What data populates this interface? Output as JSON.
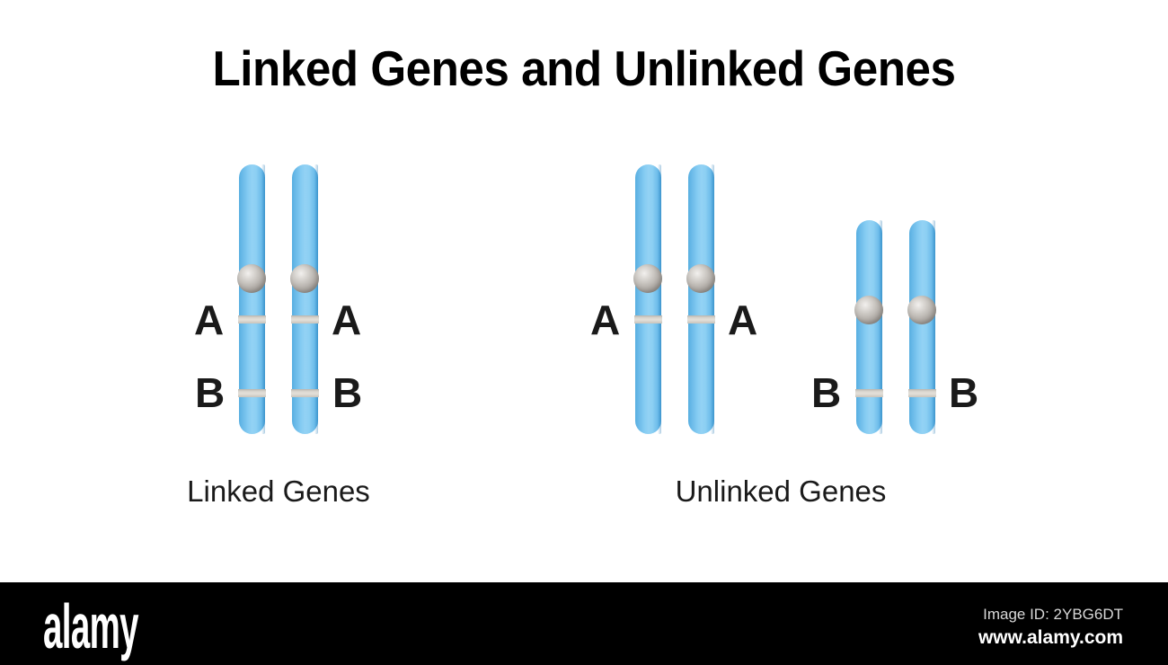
{
  "title": "Linked Genes and Unlinked Genes",
  "groups": [
    {
      "id": "linked",
      "caption": "Linked Genes",
      "labels": {
        "left_top": "A",
        "right_top": "A",
        "left_bottom": "B",
        "right_bottom": "B"
      }
    },
    {
      "id": "unlinked",
      "caption": "Unlinked Genes",
      "labels": {
        "left_top": "A",
        "right_top": "A",
        "left_bottom": "B",
        "right_bottom": "B"
      }
    }
  ],
  "colors": {
    "chromosome_light": "#93d2f4",
    "chromosome_mid": "#84cbf2",
    "chromosome_dark": "#4ea7dd",
    "centromere_light": "#f2f0ee",
    "centromere_dark": "#7c7772",
    "gene_band": "#e4e0d9",
    "text": "#1a1a1a",
    "background": "#ffffff",
    "footer_background": "#000000"
  },
  "footer": {
    "logo": "alamy",
    "image_id": "Image ID: 2YBG6DT",
    "url": "www.alamy.com"
  }
}
